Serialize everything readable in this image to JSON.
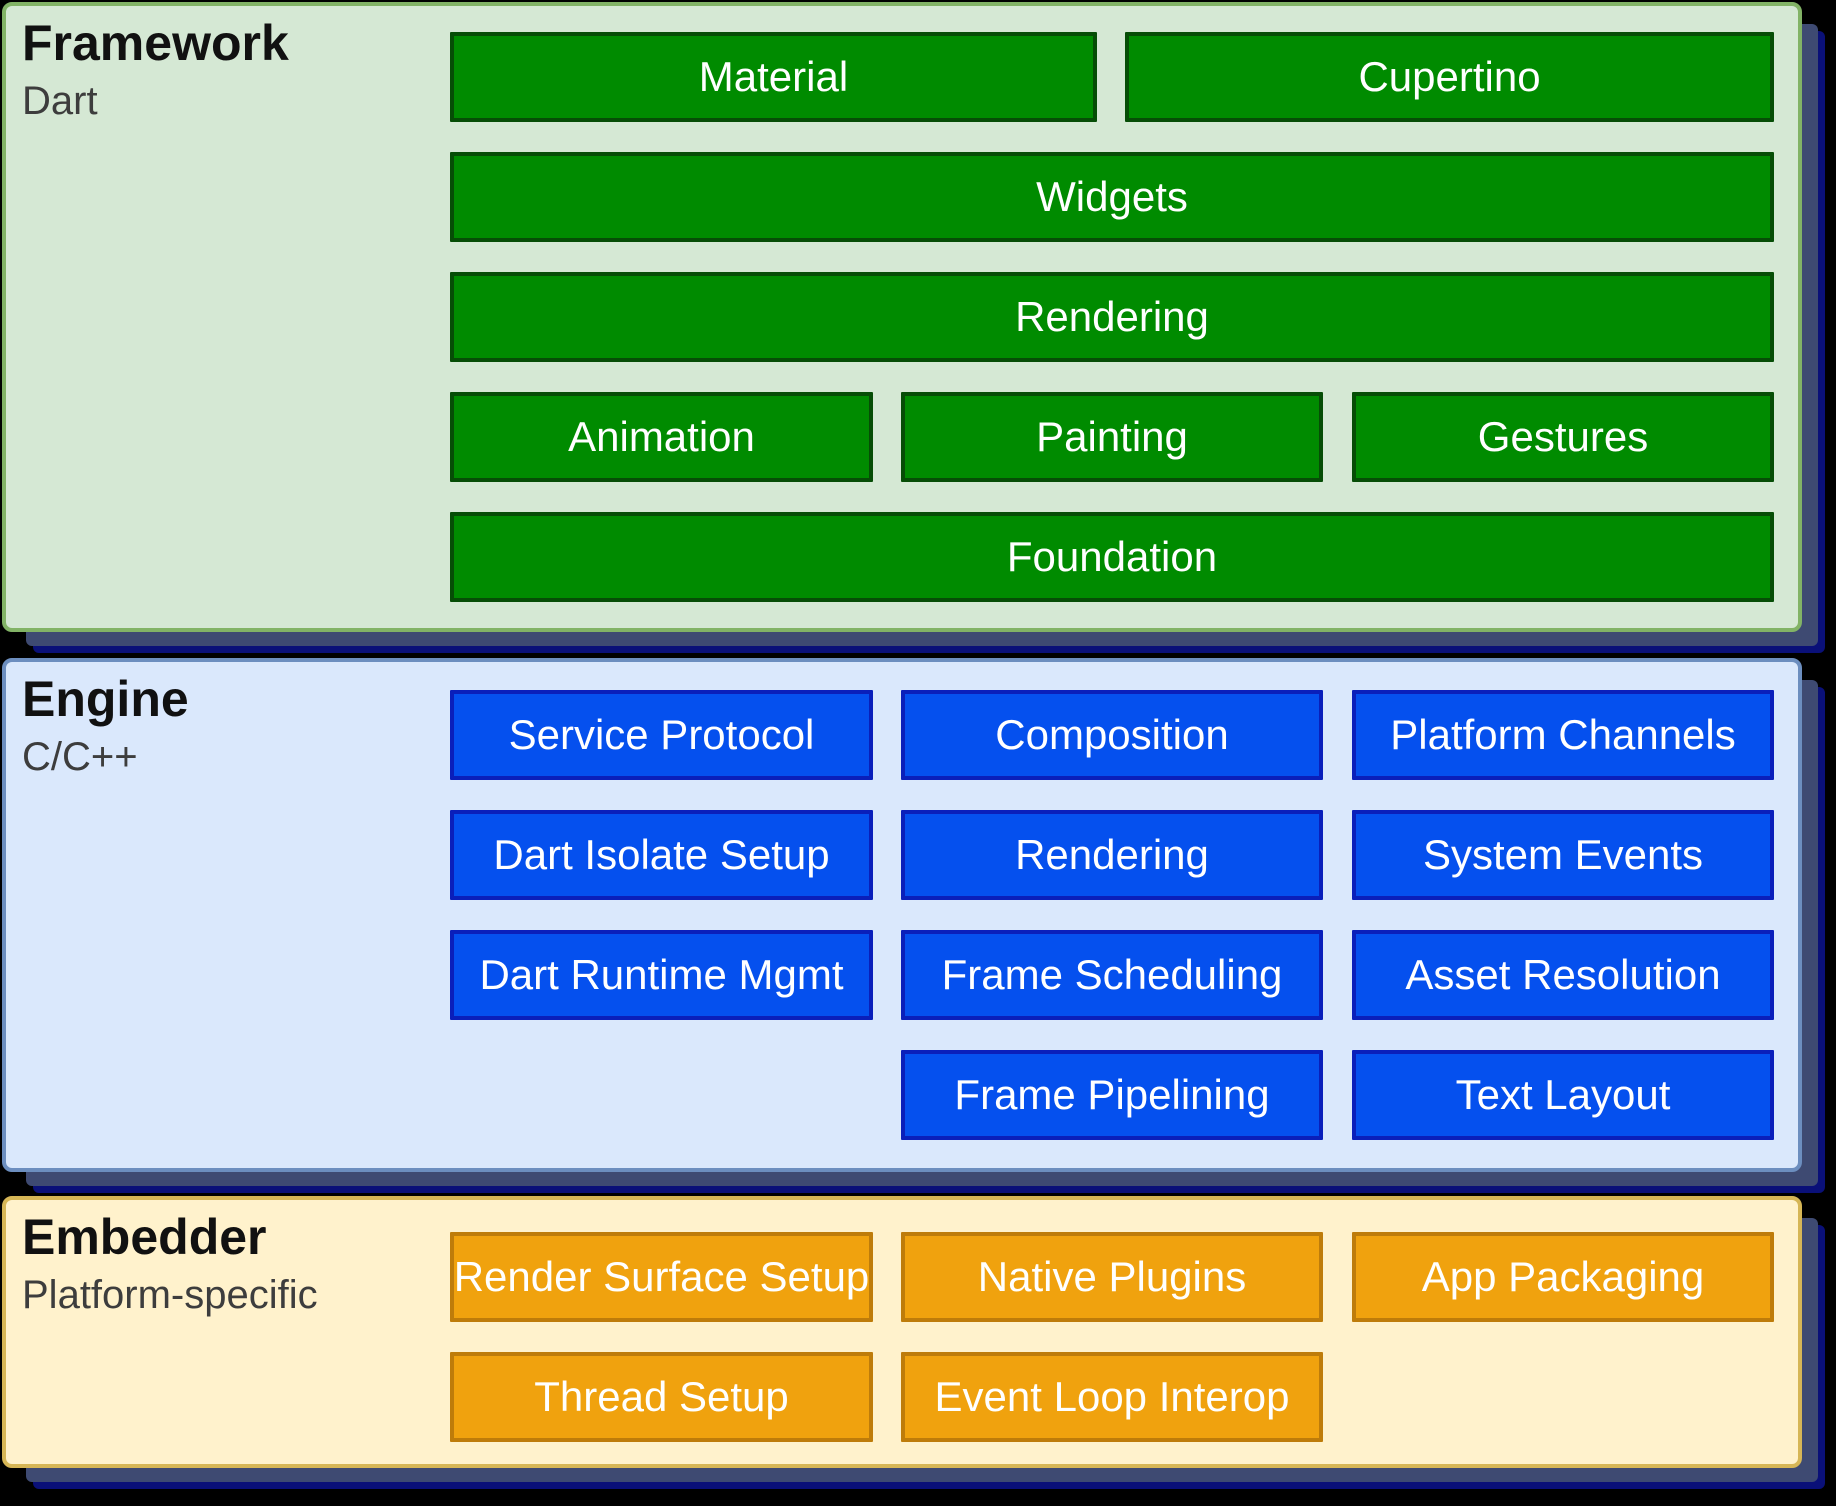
{
  "diagram": {
    "kind": "layered architecture diagram",
    "shadow_navy": "#3e4a72",
    "shadow_edge": "#0a1078",
    "background": "#000000"
  },
  "layers": [
    {
      "id": "framework",
      "title": "Framework",
      "subtitle": "Dart",
      "colors": {
        "panel_bg": "#d5e8d4",
        "panel_border": "#82b366",
        "box_bg": "#008b00",
        "box_border": "#064d06",
        "box_text": "#ffffff"
      },
      "rows": [
        {
          "boxes": [
            {
              "label": "Material",
              "span": "half_left"
            },
            {
              "label": "Cupertino",
              "span": "half_right"
            }
          ]
        },
        {
          "boxes": [
            {
              "label": "Widgets",
              "span": "full"
            }
          ]
        },
        {
          "boxes": [
            {
              "label": "Rendering",
              "span": "full"
            }
          ]
        },
        {
          "boxes": [
            {
              "label": "Animation",
              "span": "col1"
            },
            {
              "label": "Painting",
              "span": "col2"
            },
            {
              "label": "Gestures",
              "span": "col3"
            }
          ]
        },
        {
          "boxes": [
            {
              "label": "Foundation",
              "span": "full"
            }
          ]
        }
      ]
    },
    {
      "id": "engine",
      "title": "Engine",
      "subtitle": "C/C++",
      "colors": {
        "panel_bg": "#dae8fc",
        "panel_border": "#6c8ebf",
        "box_bg": "#0550ee",
        "box_border": "#0a1fba",
        "box_text": "#ffffff"
      },
      "rows": [
        {
          "boxes": [
            {
              "label": "Service Protocol",
              "span": "col1"
            },
            {
              "label": "Composition",
              "span": "col2"
            },
            {
              "label": "Platform Channels",
              "span": "col3"
            }
          ]
        },
        {
          "boxes": [
            {
              "label": "Dart Isolate Setup",
              "span": "col1"
            },
            {
              "label": "Rendering",
              "span": "col2"
            },
            {
              "label": "System Events",
              "span": "col3"
            }
          ]
        },
        {
          "boxes": [
            {
              "label": "Dart Runtime Mgmt",
              "span": "col1"
            },
            {
              "label": "Frame Scheduling",
              "span": "col2"
            },
            {
              "label": "Asset Resolution",
              "span": "col3"
            }
          ]
        },
        {
          "boxes": [
            {
              "label": "Frame Pipelining",
              "span": "col2"
            },
            {
              "label": "Text Layout",
              "span": "col3"
            }
          ]
        }
      ]
    },
    {
      "id": "embedder",
      "title": "Embedder",
      "subtitle": "Platform-specific",
      "colors": {
        "panel_bg": "#fff2cc",
        "panel_border": "#d6b656",
        "box_bg": "#f0a20e",
        "box_border": "#be7c0a",
        "box_text": "#ffffff"
      },
      "rows": [
        {
          "boxes": [
            {
              "label": "Render Surface Setup",
              "span": "col1"
            },
            {
              "label": "Native Plugins",
              "span": "col2"
            },
            {
              "label": "App Packaging",
              "span": "col3"
            }
          ]
        },
        {
          "boxes": [
            {
              "label": "Thread Setup",
              "span": "col1"
            },
            {
              "label": "Event Loop Interop",
              "span": "col2"
            }
          ]
        }
      ]
    }
  ]
}
